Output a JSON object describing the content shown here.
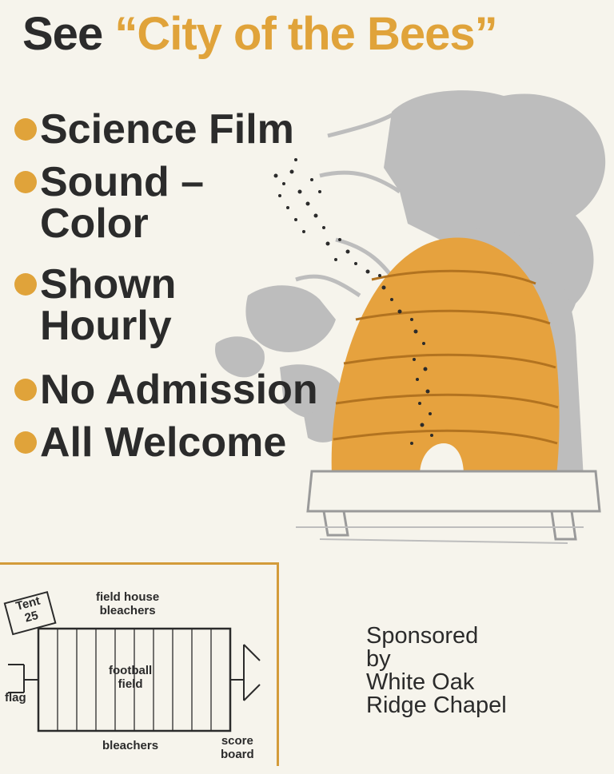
{
  "header": {
    "see": "See",
    "quoted_title": "“City of the Bees”"
  },
  "bullets": [
    {
      "lines": [
        "Science Film"
      ]
    },
    {
      "lines": [
        "Sound –",
        "Color"
      ]
    },
    {
      "lines": [
        "Shown",
        "Hourly"
      ]
    },
    {
      "lines": [
        "No Admission"
      ]
    },
    {
      "lines": [
        "All Welcome"
      ]
    }
  ],
  "map": {
    "tent_line1": "Tent",
    "tent_line2": "25",
    "top_line1": "field house",
    "top_line2": "bleachers",
    "center_line1": "football",
    "center_line2": "field",
    "bottom": "bleachers",
    "flag": "flag",
    "score_line1": "score",
    "score_line2": "board"
  },
  "sponsor": {
    "line1": "Sponsored",
    "line2": "by",
    "line3": "White Oak",
    "line4": "Ridge Chapel"
  },
  "colors": {
    "accent": "#e0a33a",
    "ink": "#2b2b2b",
    "tree_gray": "#b9b9b9",
    "paper": "#f6f4ec"
  }
}
